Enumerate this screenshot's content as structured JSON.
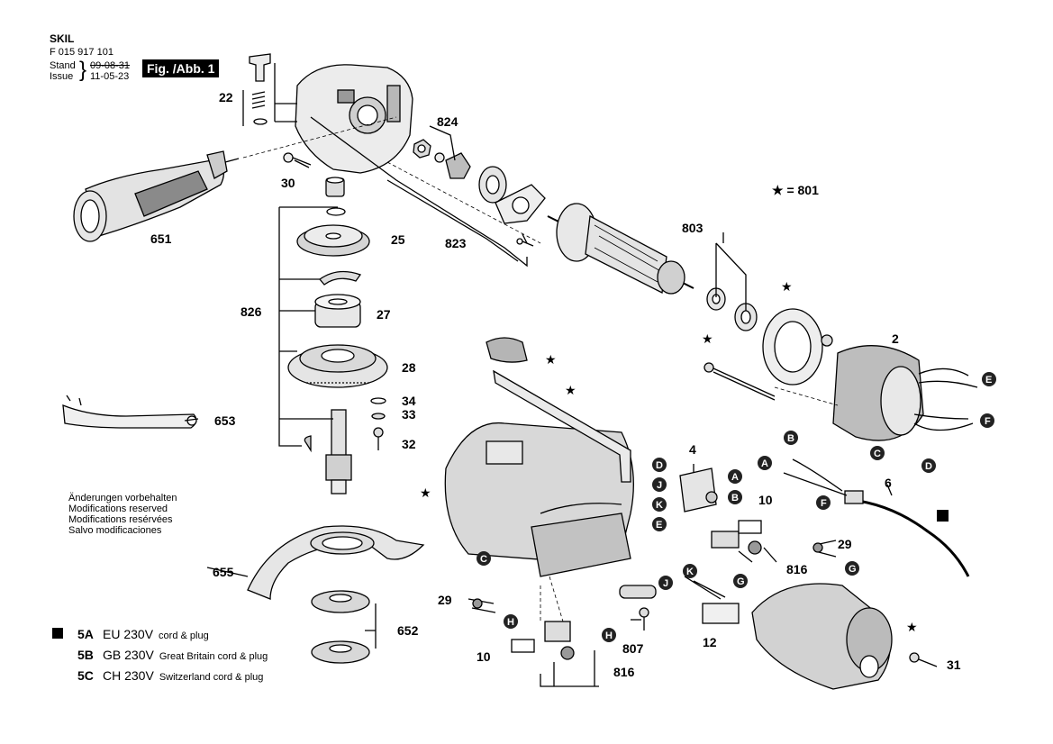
{
  "header": {
    "brand": "SKIL",
    "part_number": "F 015 917 101",
    "stand_label": "Stand",
    "issue_label": "Issue",
    "date_old": "09-08-31",
    "date_new": "11-05-23",
    "figure": "Fig. /Abb. 1"
  },
  "star_note": "★ = 801",
  "notes": [
    "Änderungen vorbehalten",
    "Modifications reserved",
    "Modifications resérvées",
    "Salvo modificaciones"
  ],
  "legend": [
    {
      "code": "5A",
      "voltage": "EU 230V",
      "desc": "cord & plug"
    },
    {
      "code": "5B",
      "voltage": "GB 230V",
      "desc": "Great Britain cord & plug"
    },
    {
      "code": "5C",
      "voltage": "CH 230V",
      "desc": "Switzerland cord & plug"
    }
  ],
  "parts": [
    "22",
    "824",
    "30",
    "651",
    "25",
    "823",
    "803",
    "826",
    "27",
    "28",
    "34",
    "33",
    "653",
    "32",
    "655",
    "652",
    "2",
    "4",
    "6",
    "10",
    "29",
    "816",
    "12",
    "807",
    "31"
  ],
  "connectors": [
    "A",
    "B",
    "C",
    "D",
    "E",
    "F",
    "G",
    "H",
    "J",
    "K"
  ],
  "colors": {
    "line": "#000000",
    "part_fill": "#ededed",
    "part_dark": "#9a9a9a",
    "part_mid": "#cfcfcf"
  }
}
